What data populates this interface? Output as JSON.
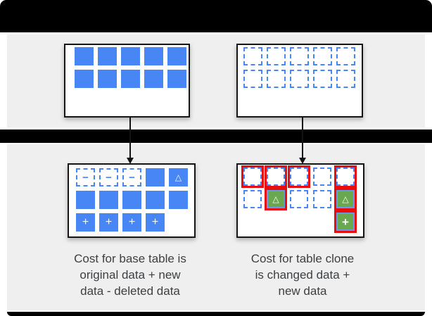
{
  "colors": {
    "blue": "#4786f4",
    "green": "#6aa84f",
    "red": "#e80c0c",
    "panel_gray": "#efefef",
    "bar_black": "#000000",
    "text": "#3c4043"
  },
  "symbols": {
    "minus": "−",
    "plus": "+",
    "delta": "△"
  },
  "boxes": {
    "base_table_original": {
      "grid": [
        [
          "solid",
          "solid",
          "solid",
          "solid",
          "solid"
        ],
        [
          "solid",
          "solid",
          "solid",
          "solid",
          "solid"
        ]
      ]
    },
    "table_clone_original": {
      "grid": [
        [
          "dashed",
          "dashed",
          "dashed",
          "dashed",
          "dashed"
        ],
        [
          "dashed",
          "dashed",
          "dashed",
          "dashed",
          "dashed"
        ]
      ]
    },
    "base_table_after": {
      "grid": [
        [
          "dashed_minus",
          "dashed_minus",
          "dashed_minus",
          "solid",
          "solid_delta"
        ],
        [
          "solid",
          "solid",
          "solid",
          "solid",
          "solid"
        ],
        [
          "solid_plus",
          "solid_plus",
          "solid_plus",
          "solid_plus",
          "empty"
        ]
      ]
    },
    "table_clone_after": {
      "grid": [
        [
          "dashed_red",
          "dashed_red",
          "dashed_red",
          "dashed",
          "dashed_red"
        ],
        [
          "dashed",
          "green_delta_red",
          "dashed",
          "dashed",
          "green_delta_red"
        ],
        [
          "empty",
          "empty",
          "empty",
          "empty",
          "green_plus_red"
        ]
      ]
    }
  },
  "captions": {
    "left": "Cost for base table is\noriginal data + new\ndata - deleted data",
    "right": "Cost for table clone\nis changed data +\nnew data"
  }
}
